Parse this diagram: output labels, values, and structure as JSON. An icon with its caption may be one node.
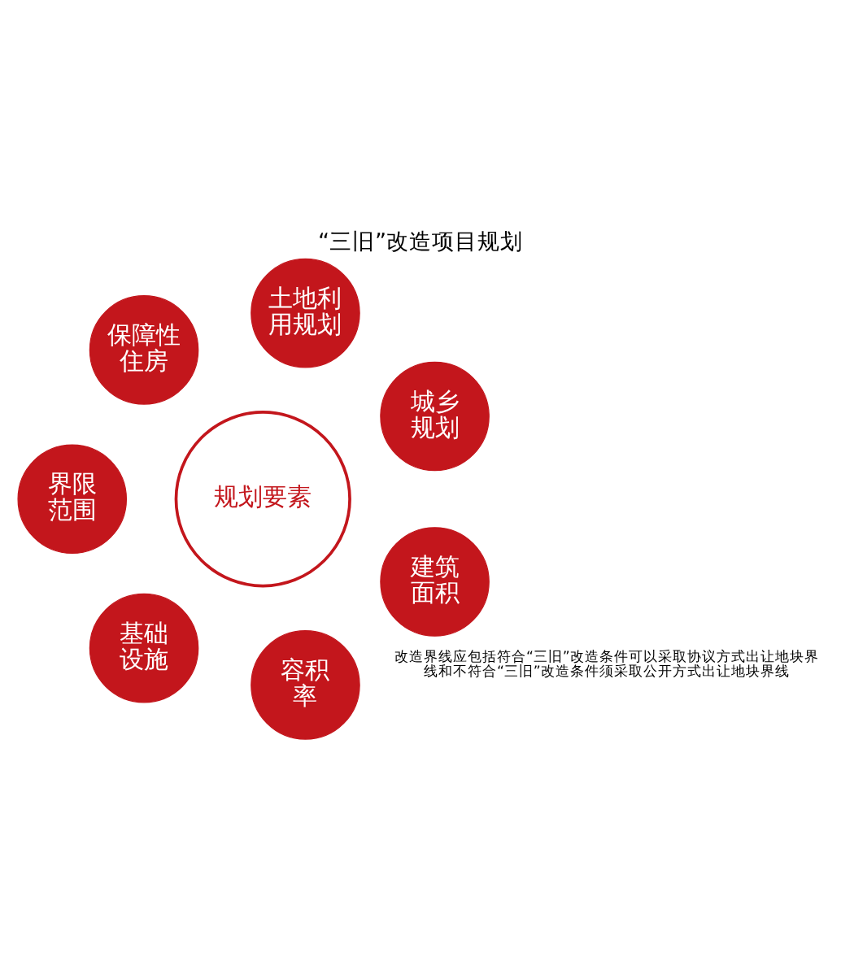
{
  "diagram": {
    "title": "“三旧”改造项目规划",
    "caption": "改造界线应包括符合“三旧”改造条件可以采取协议方式出让地块界线和不符合“三旧”改造条件须采取公开方式出让地块界线",
    "nodes": [
      {
        "text": [
          "城乡规划"
        ]
      },
      {
        "text": [
          "土地利用规划"
        ]
      },
      {
        "text": [
          "保障性住房"
        ]
      },
      {
        "text": [
          "规划要素"
        ]
      },
      {
        "text": [
          "界限范围"
        ]
      },
      {
        "text": [
          "基础设施"
        ]
      },
      {
        "text": [
          "容积率"
        ]
      },
      {
        "text": [
          "建筑面积"
        ]
      }
    ]
  }
}
